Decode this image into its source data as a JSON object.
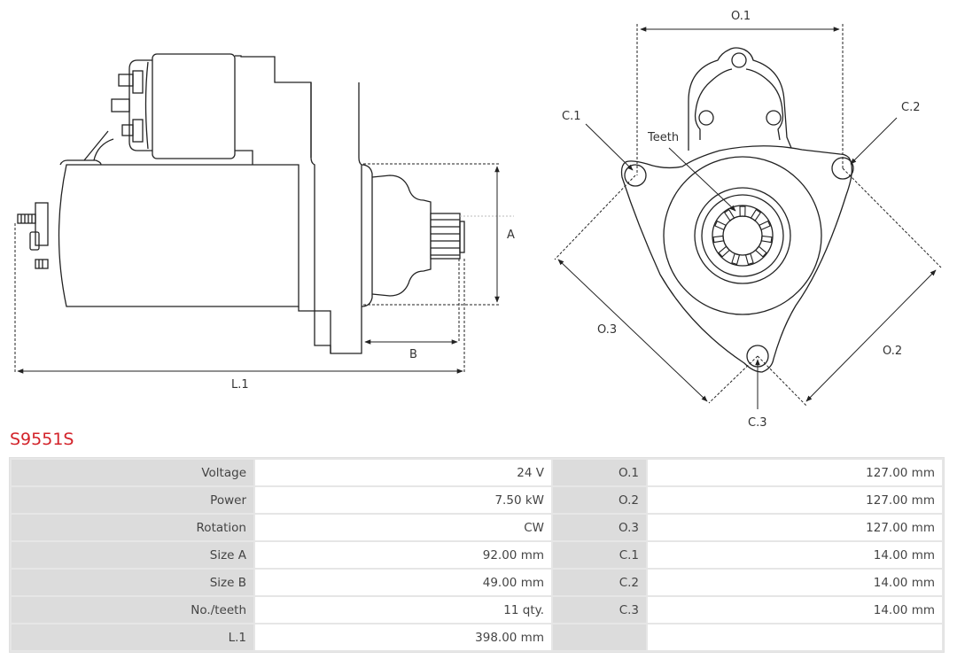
{
  "product": {
    "code": "S9551S",
    "title_color": "#d3232a"
  },
  "drawing": {
    "side_view": {
      "labels": {
        "A": "A",
        "B": "B",
        "L1": "L.1"
      }
    },
    "front_view": {
      "labels": {
        "O1": "O.1",
        "O2": "O.2",
        "O3": "O.3",
        "C1": "C.1",
        "C2": "C.2",
        "C3": "C.3",
        "teeth": "Teeth"
      }
    }
  },
  "specs": {
    "rows": [
      {
        "label": "Voltage",
        "value": "24 V",
        "label2": "O.1",
        "value2": "127.00 mm"
      },
      {
        "label": "Power",
        "value": "7.50 kW",
        "label2": "O.2",
        "value2": "127.00 mm"
      },
      {
        "label": "Rotation",
        "value": "CW",
        "label2": "O.3",
        "value2": "127.00 mm"
      },
      {
        "label": "Size A",
        "value": "92.00 mm",
        "label2": "C.1",
        "value2": "14.00 mm"
      },
      {
        "label": "Size B",
        "value": "49.00 mm",
        "label2": "C.2",
        "value2": "14.00 mm"
      },
      {
        "label": "No./teeth",
        "value": "11 qty.",
        "label2": "C.3",
        "value2": "14.00 mm"
      },
      {
        "label": "L.1",
        "value": "398.00 mm",
        "label2": "",
        "value2": ""
      }
    ]
  }
}
